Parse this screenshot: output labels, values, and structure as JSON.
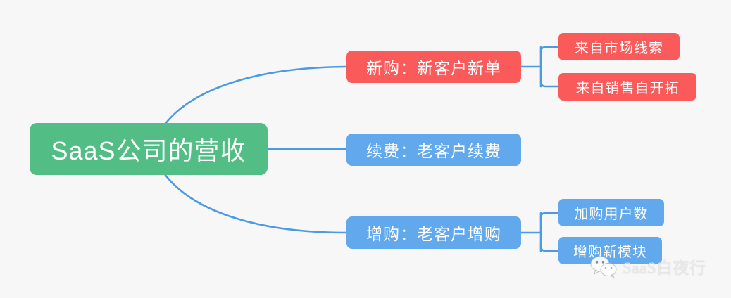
{
  "diagram": {
    "type": "mind-map",
    "background_color": "#f7f7f7",
    "connector_color": "#4a9ae4",
    "root": {
      "label": "SaaS公司的营收",
      "color": "#52be85",
      "text_color": "#ffffff"
    },
    "branches": [
      {
        "label": "新购：新客户新单",
        "color": "#fa5a5a",
        "children": [
          {
            "label": "来自市场线索",
            "color": "#fa5a5a"
          },
          {
            "label": "来自销售自开拓",
            "color": "#fa5a5a"
          }
        ]
      },
      {
        "label": "续费：老客户续费",
        "color": "#62a8ec",
        "children": []
      },
      {
        "label": "增购：老客户增购",
        "color": "#62a8ec",
        "children": [
          {
            "label": "加购用户数",
            "color": "#62a8ec"
          },
          {
            "label": "增购新模块",
            "color": "#62a8ec"
          }
        ]
      }
    ]
  },
  "watermark": {
    "icon": "wechat-icon",
    "label": "SaaS白夜行",
    "color": "#e9e9e9"
  }
}
